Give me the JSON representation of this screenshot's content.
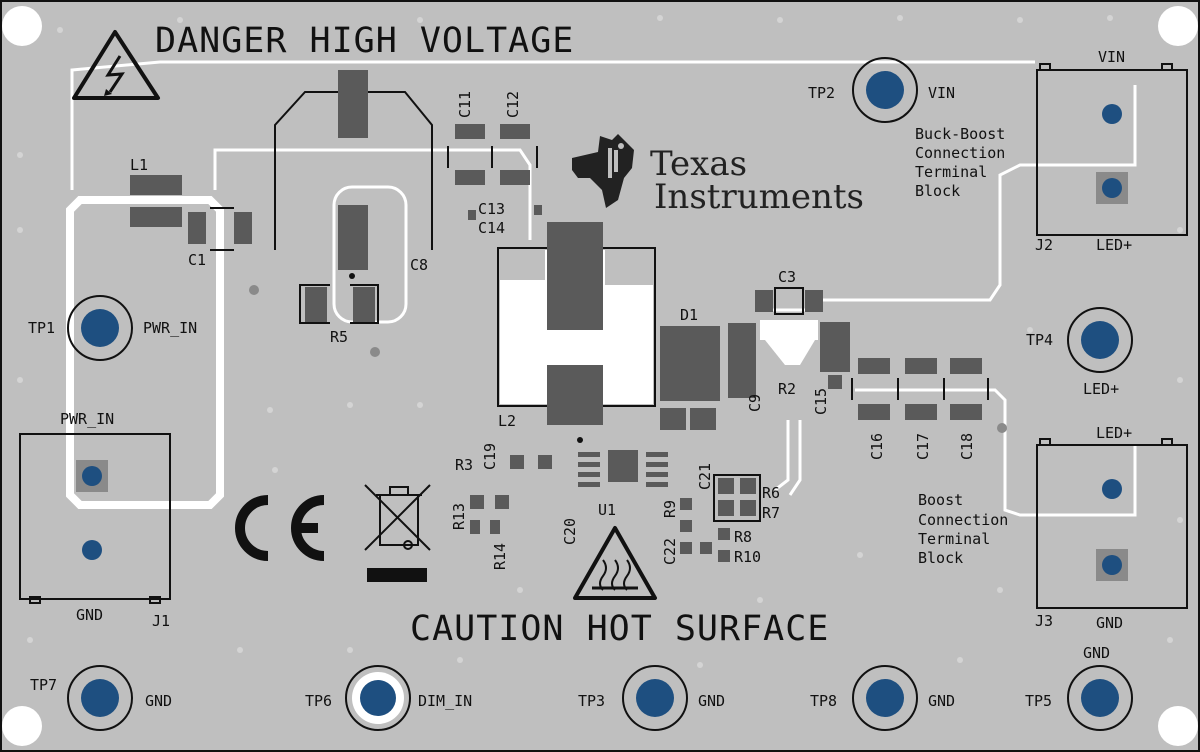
{
  "warnings": {
    "voltage": "DANGER HIGH VOLTAGE",
    "hot": "CAUTION HOT SURFACE"
  },
  "logo": {
    "line1": "Texas",
    "line2": "Instruments"
  },
  "notes": {
    "buck_boost": [
      "Buck-Boost",
      "Connection",
      "Terminal",
      "Block"
    ],
    "boost": [
      "Boost",
      "Connection",
      "Terminal",
      "Block"
    ]
  },
  "test_points": {
    "tp1": {
      "id": "TP1",
      "net": "PWR_IN"
    },
    "tp2": {
      "id": "TP2",
      "net": "VIN"
    },
    "tp3": {
      "id": "TP3",
      "net": "GND"
    },
    "tp4": {
      "id": "TP4",
      "net": "LED+"
    },
    "tp5": {
      "id": "TP5",
      "net": "GND"
    },
    "tp6": {
      "id": "TP6",
      "net": "DIM_IN"
    },
    "tp7": {
      "id": "TP7",
      "net": "GND"
    },
    "tp8": {
      "id": "TP8",
      "net": "GND"
    }
  },
  "connectors": {
    "j1": {
      "id": "J1",
      "top": "PWR_IN",
      "bottom": "GND"
    },
    "j2": {
      "id": "J2",
      "top": "VIN",
      "bottom": "LED+"
    },
    "j3": {
      "id": "J3",
      "top": "LED+",
      "bottom": "GND"
    }
  },
  "components": {
    "l1": "L1",
    "c1": "C1",
    "c8": "C8",
    "r5": "R5",
    "c11": "C11",
    "c12": "C12",
    "c13": "C13",
    "c14": "C14",
    "l2": "L2",
    "c3": "C3",
    "d1": "D1",
    "r2": "R2",
    "c9": "C9",
    "c15": "C15",
    "c16": "C16",
    "c17": "C17",
    "c18": "C18",
    "r3": "R3",
    "c19": "C19",
    "r13": "R13",
    "r14": "R14",
    "c20": "C20",
    "u1": "U1",
    "r9": "R9",
    "c21": "C21",
    "c22": "C22",
    "r6": "R6",
    "r7": "R7",
    "r8": "R8",
    "r10": "R10"
  },
  "colors": {
    "board": "#bfbfbf",
    "pad": "#5a5a5a",
    "testpoint": "#1e4f80",
    "silk": "#ffffff",
    "text": "#111111"
  },
  "icons": [
    "high-voltage-warning-icon",
    "hot-surface-warning-icon",
    "ce-mark-icon",
    "weee-bin-icon",
    "ti-logo-icon"
  ]
}
